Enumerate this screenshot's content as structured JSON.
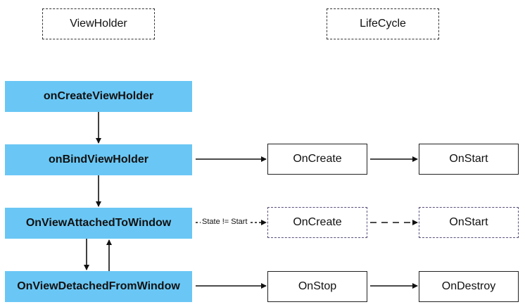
{
  "headers": {
    "viewholder": "ViewHolder",
    "lifecycle": "LifeCycle"
  },
  "callbacks": {
    "create": "onCreateViewHolder",
    "bind": "onBindViewHolder",
    "attached": "OnViewAttachedToWindow",
    "detached": "OnViewDetachedFromWindow"
  },
  "lifecycle_row_bind": {
    "first": "OnCreate",
    "second": "OnStart"
  },
  "lifecycle_row_attached": {
    "first": "OnCreate",
    "second": "OnStart",
    "condition": "State != Start"
  },
  "lifecycle_row_detached": {
    "first": "OnStop",
    "second": "OnDestroy"
  },
  "colors": {
    "callback_fill": "#6ac7f5",
    "dashed_border": "#5a4f7a",
    "line": "#111111"
  }
}
